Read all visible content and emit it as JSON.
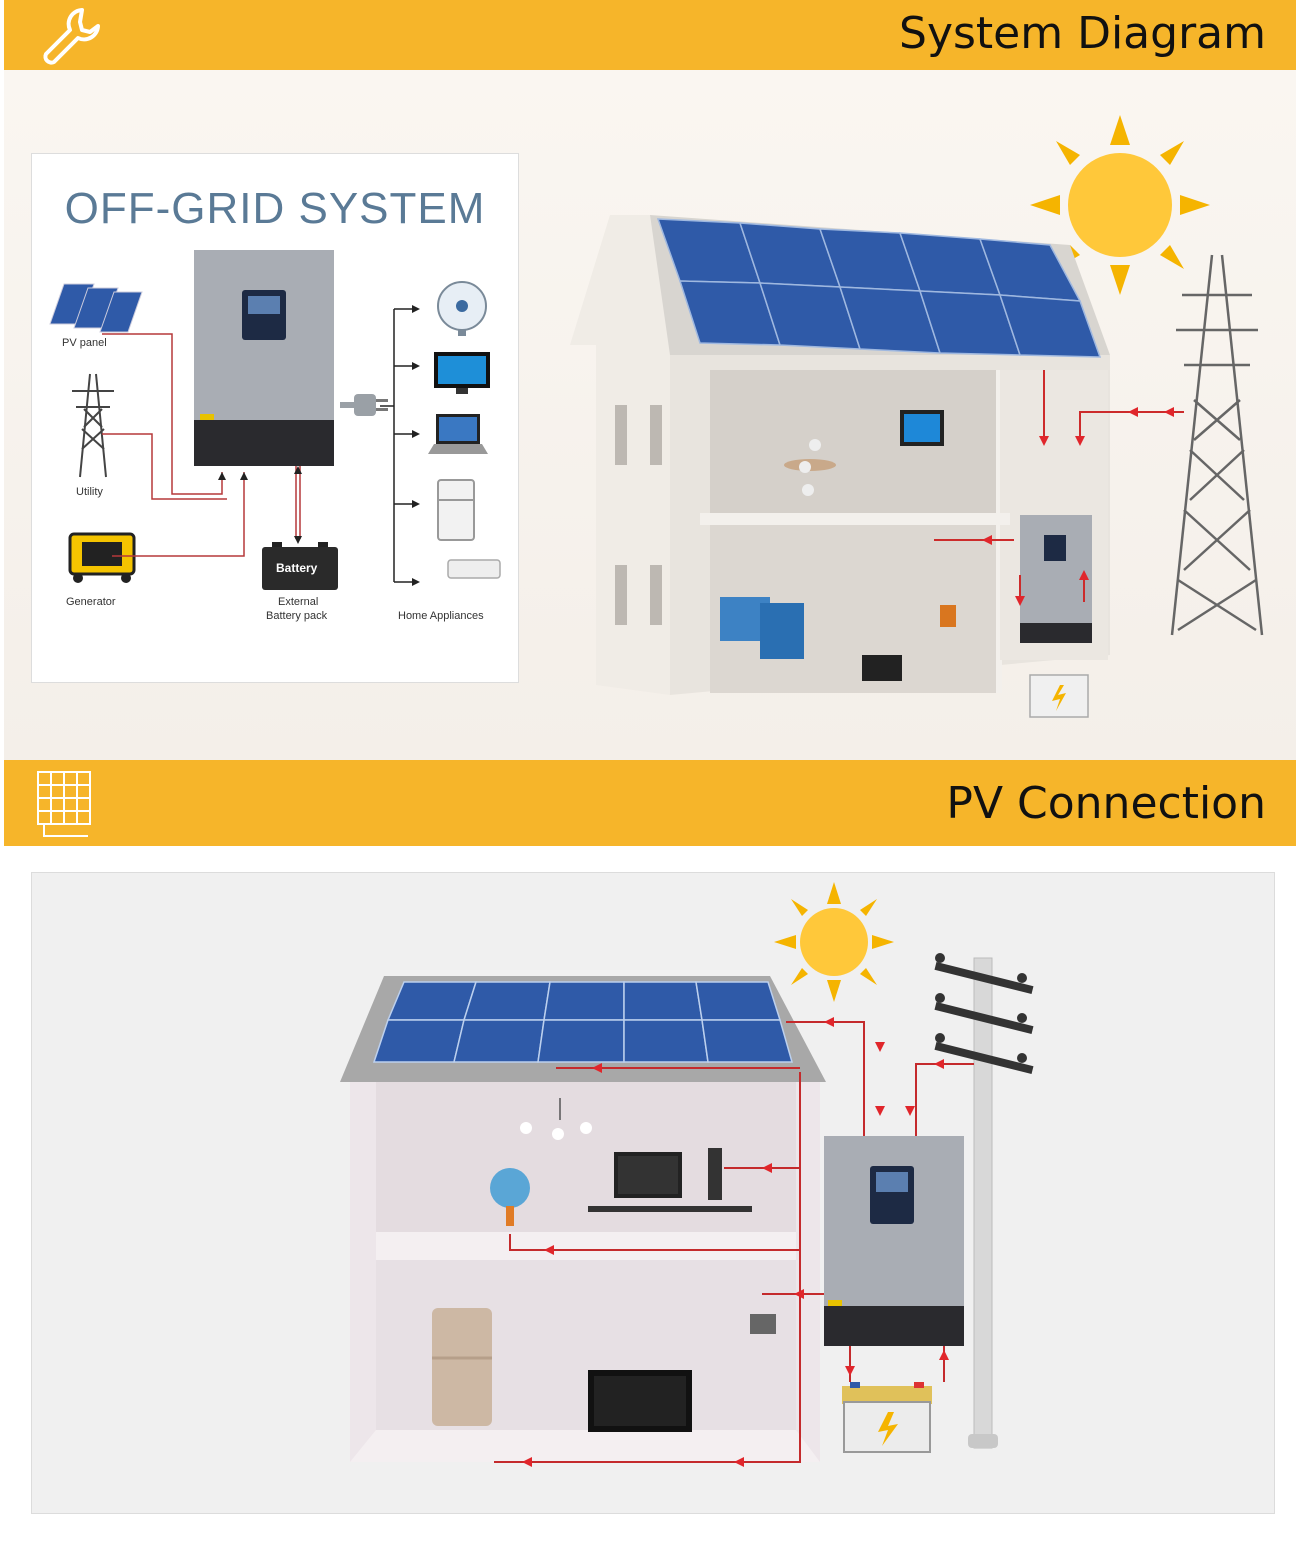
{
  "section1": {
    "title": "System Diagram",
    "icon": "wrench-icon",
    "card": {
      "title": "OFF-GRID SYSTEM",
      "labels": {
        "pv": "PV panel",
        "utility": "Utility",
        "generator": "Generator",
        "battery": "Battery",
        "external_line1": "External",
        "external_line2": "Battery pack",
        "appliances": "Home Appliances"
      }
    }
  },
  "section2": {
    "title": "PV Connection",
    "icon": "solar-panel-icon"
  },
  "colors": {
    "banner": "#f6b52a",
    "wire": "#b5383a",
    "arrow": "#e0262b",
    "panel": "#2f5aa8",
    "inverter": "#a9adb4"
  }
}
